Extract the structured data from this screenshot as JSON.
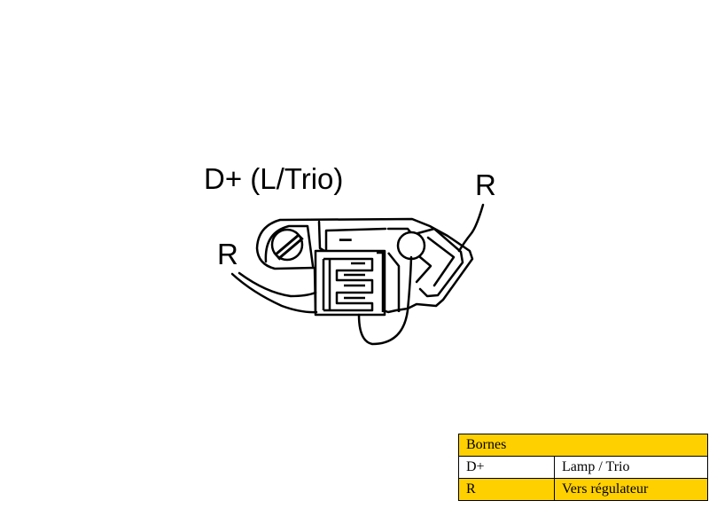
{
  "diagram": {
    "label_dplus": "D+ (L/Trio)",
    "label_r_right": "R",
    "label_r_left": "R",
    "connector_minus": "–"
  },
  "table": {
    "header": "Bornes",
    "rows": [
      {
        "terminal": "D+",
        "description": "Lamp / Trio",
        "highlight": false
      },
      {
        "terminal": "R",
        "description": "Vers régulateur",
        "highlight": true
      }
    ],
    "colors": {
      "header_bg": "#ffd000",
      "highlight_bg": "#ffd000",
      "border": "#000000"
    }
  }
}
